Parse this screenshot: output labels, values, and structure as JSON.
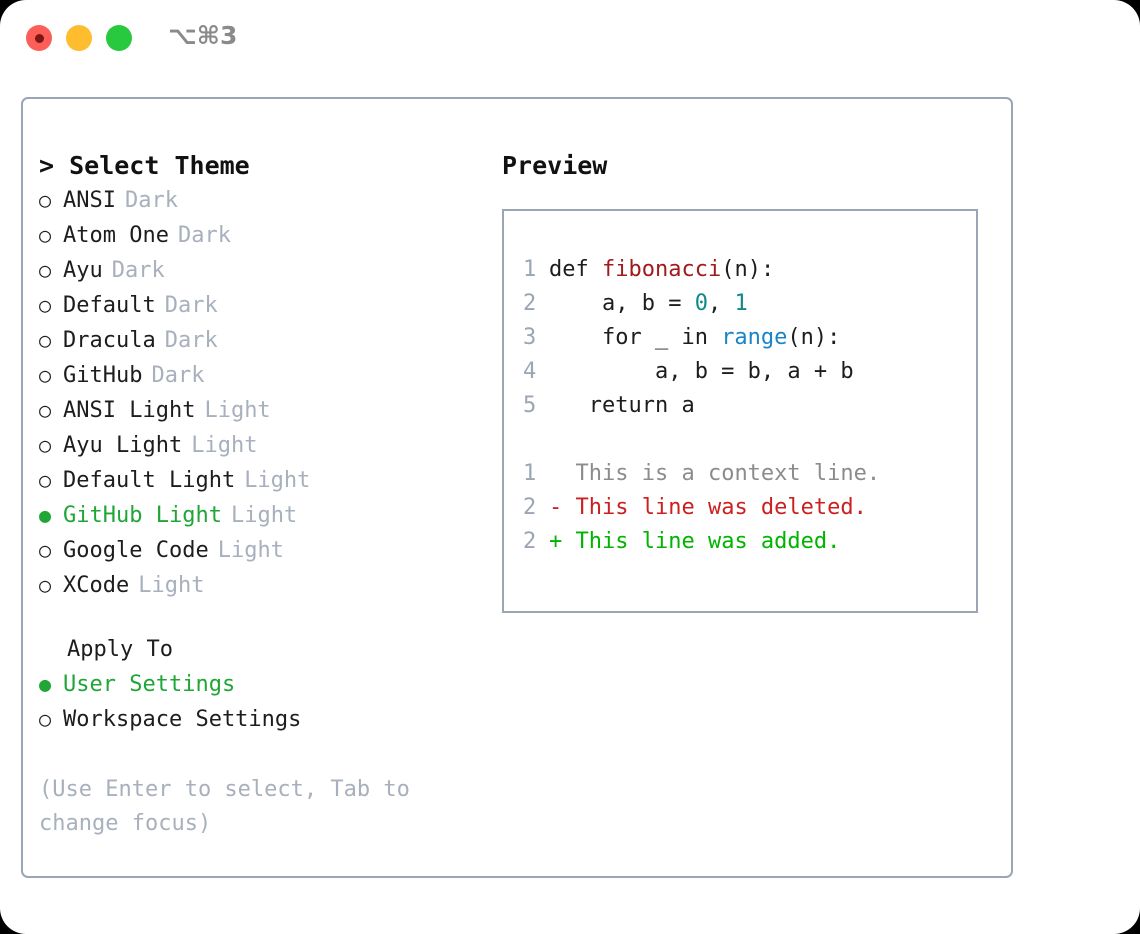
{
  "titlebar": {
    "shortcut": "⌥⌘3",
    "lights": [
      {
        "name": "close",
        "color": "#fb5f57"
      },
      {
        "name": "minimize",
        "color": "#fdbd2e"
      },
      {
        "name": "maximize",
        "color": "#28c93f"
      }
    ]
  },
  "theme_picker": {
    "heading": "> Select Theme",
    "bullet_unselected": "○",
    "bullet_selected": "●",
    "items": [
      {
        "label": "ANSI",
        "tag": "Dark",
        "selected": false
      },
      {
        "label": "Atom One",
        "tag": "Dark",
        "selected": false
      },
      {
        "label": "Ayu",
        "tag": "Dark",
        "selected": false
      },
      {
        "label": "Default",
        "tag": "Dark",
        "selected": false
      },
      {
        "label": "Dracula",
        "tag": "Dark",
        "selected": false
      },
      {
        "label": "GitHub",
        "tag": "Dark",
        "selected": false
      },
      {
        "label": "ANSI Light",
        "tag": "Light",
        "selected": false
      },
      {
        "label": "Ayu Light",
        "tag": "Light",
        "selected": false
      },
      {
        "label": "Default Light",
        "tag": "Light",
        "selected": false
      },
      {
        "label": "GitHub Light",
        "tag": "Light",
        "selected": true
      },
      {
        "label": "Google Code",
        "tag": "Light",
        "selected": false
      },
      {
        "label": "XCode",
        "tag": "Light",
        "selected": false
      }
    ]
  },
  "apply_to": {
    "heading": "Apply To",
    "items": [
      {
        "label": "User Settings",
        "selected": true
      },
      {
        "label": "Workspace Settings",
        "selected": false
      }
    ]
  },
  "hint": "(Use Enter to select, Tab to change focus)",
  "preview": {
    "title": "Preview",
    "code_lines": [
      {
        "lineno": "1",
        "tokens": [
          {
            "text": "def ",
            "kind": "plain"
          },
          {
            "text": "fibonacci",
            "kind": "fn"
          },
          {
            "text": "(n):",
            "kind": "plain"
          }
        ]
      },
      {
        "lineno": "2",
        "tokens": [
          {
            "text": "    a, b = ",
            "kind": "plain"
          },
          {
            "text": "0",
            "kind": "num"
          },
          {
            "text": ", ",
            "kind": "plain"
          },
          {
            "text": "1",
            "kind": "num"
          }
        ]
      },
      {
        "lineno": "3",
        "tokens": [
          {
            "text": "    for _ in ",
            "kind": "plain"
          },
          {
            "text": "range",
            "kind": "builtin"
          },
          {
            "text": "(n):",
            "kind": "plain"
          }
        ]
      },
      {
        "lineno": "4",
        "tokens": [
          {
            "text": "        a, b = b, a + b",
            "kind": "plain"
          }
        ]
      },
      {
        "lineno": "5",
        "tokens": [
          {
            "text": "   return a",
            "kind": "plain"
          }
        ]
      }
    ],
    "diff_lines": [
      {
        "lineno": "1",
        "marker": "  ",
        "text": "This is a context line.",
        "kind": "ctx"
      },
      {
        "lineno": "2",
        "marker": "- ",
        "text": "This line was deleted.",
        "kind": "del"
      },
      {
        "lineno": "2",
        "marker": "+ ",
        "text": "This line was added.",
        "kind": "add"
      }
    ]
  },
  "colors": {
    "accent_green": "#1fa637",
    "muted_gray": "#a8b0bd",
    "border": "#9aa5b5",
    "fn_red": "#a01b1b",
    "num_teal": "#0d8a8a",
    "builtin_blue": "#1a84c7",
    "diff_delete": "#cc2020",
    "diff_add": "#00b400"
  }
}
